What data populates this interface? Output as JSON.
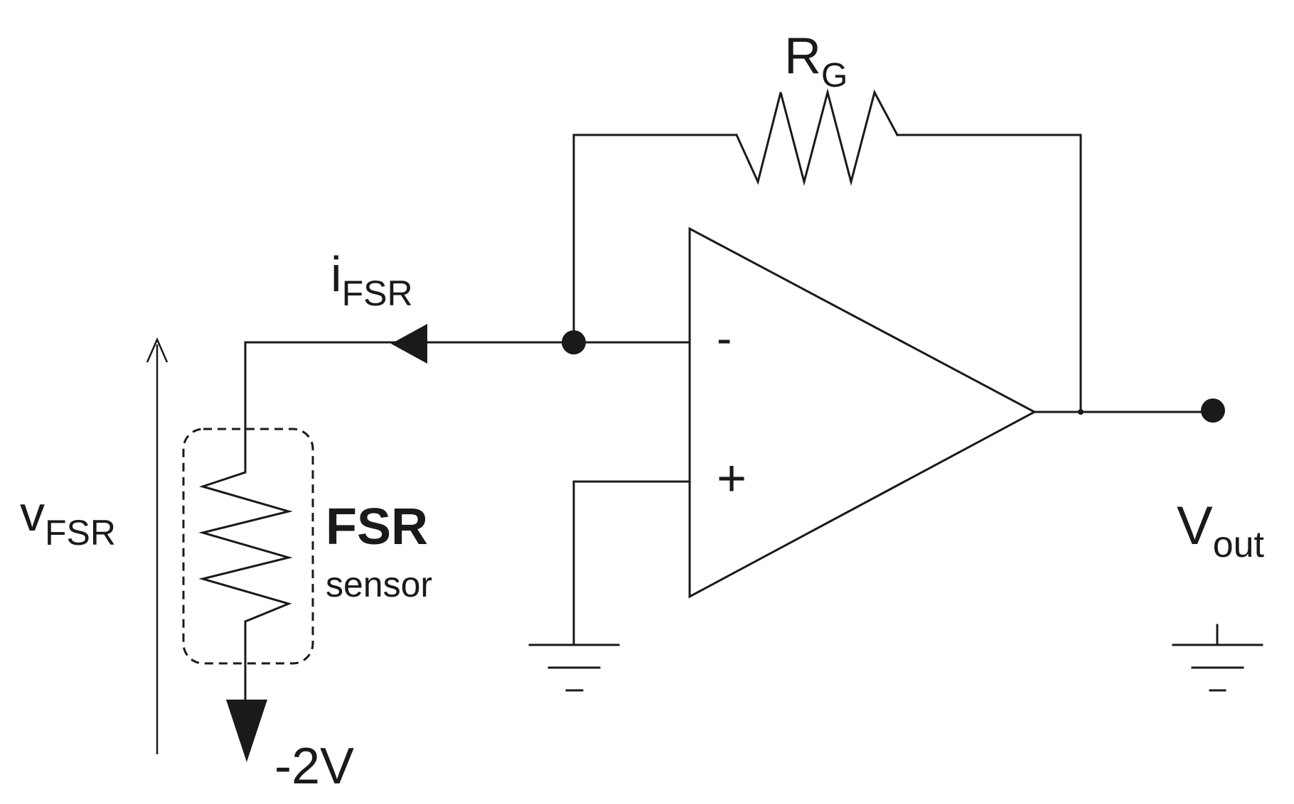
{
  "diagram": {
    "feedback_resistor": {
      "main": "R",
      "sub": "G"
    },
    "current": {
      "main": "i",
      "sub": "FSR"
    },
    "voltage": {
      "main": "v",
      "sub": "FSR"
    },
    "sensor": {
      "title": "FSR",
      "caption": "sensor"
    },
    "supply": "-2V",
    "output": {
      "main": "V",
      "sub": "out"
    },
    "opamp": {
      "inverting": "-",
      "non_inverting": "+"
    }
  }
}
